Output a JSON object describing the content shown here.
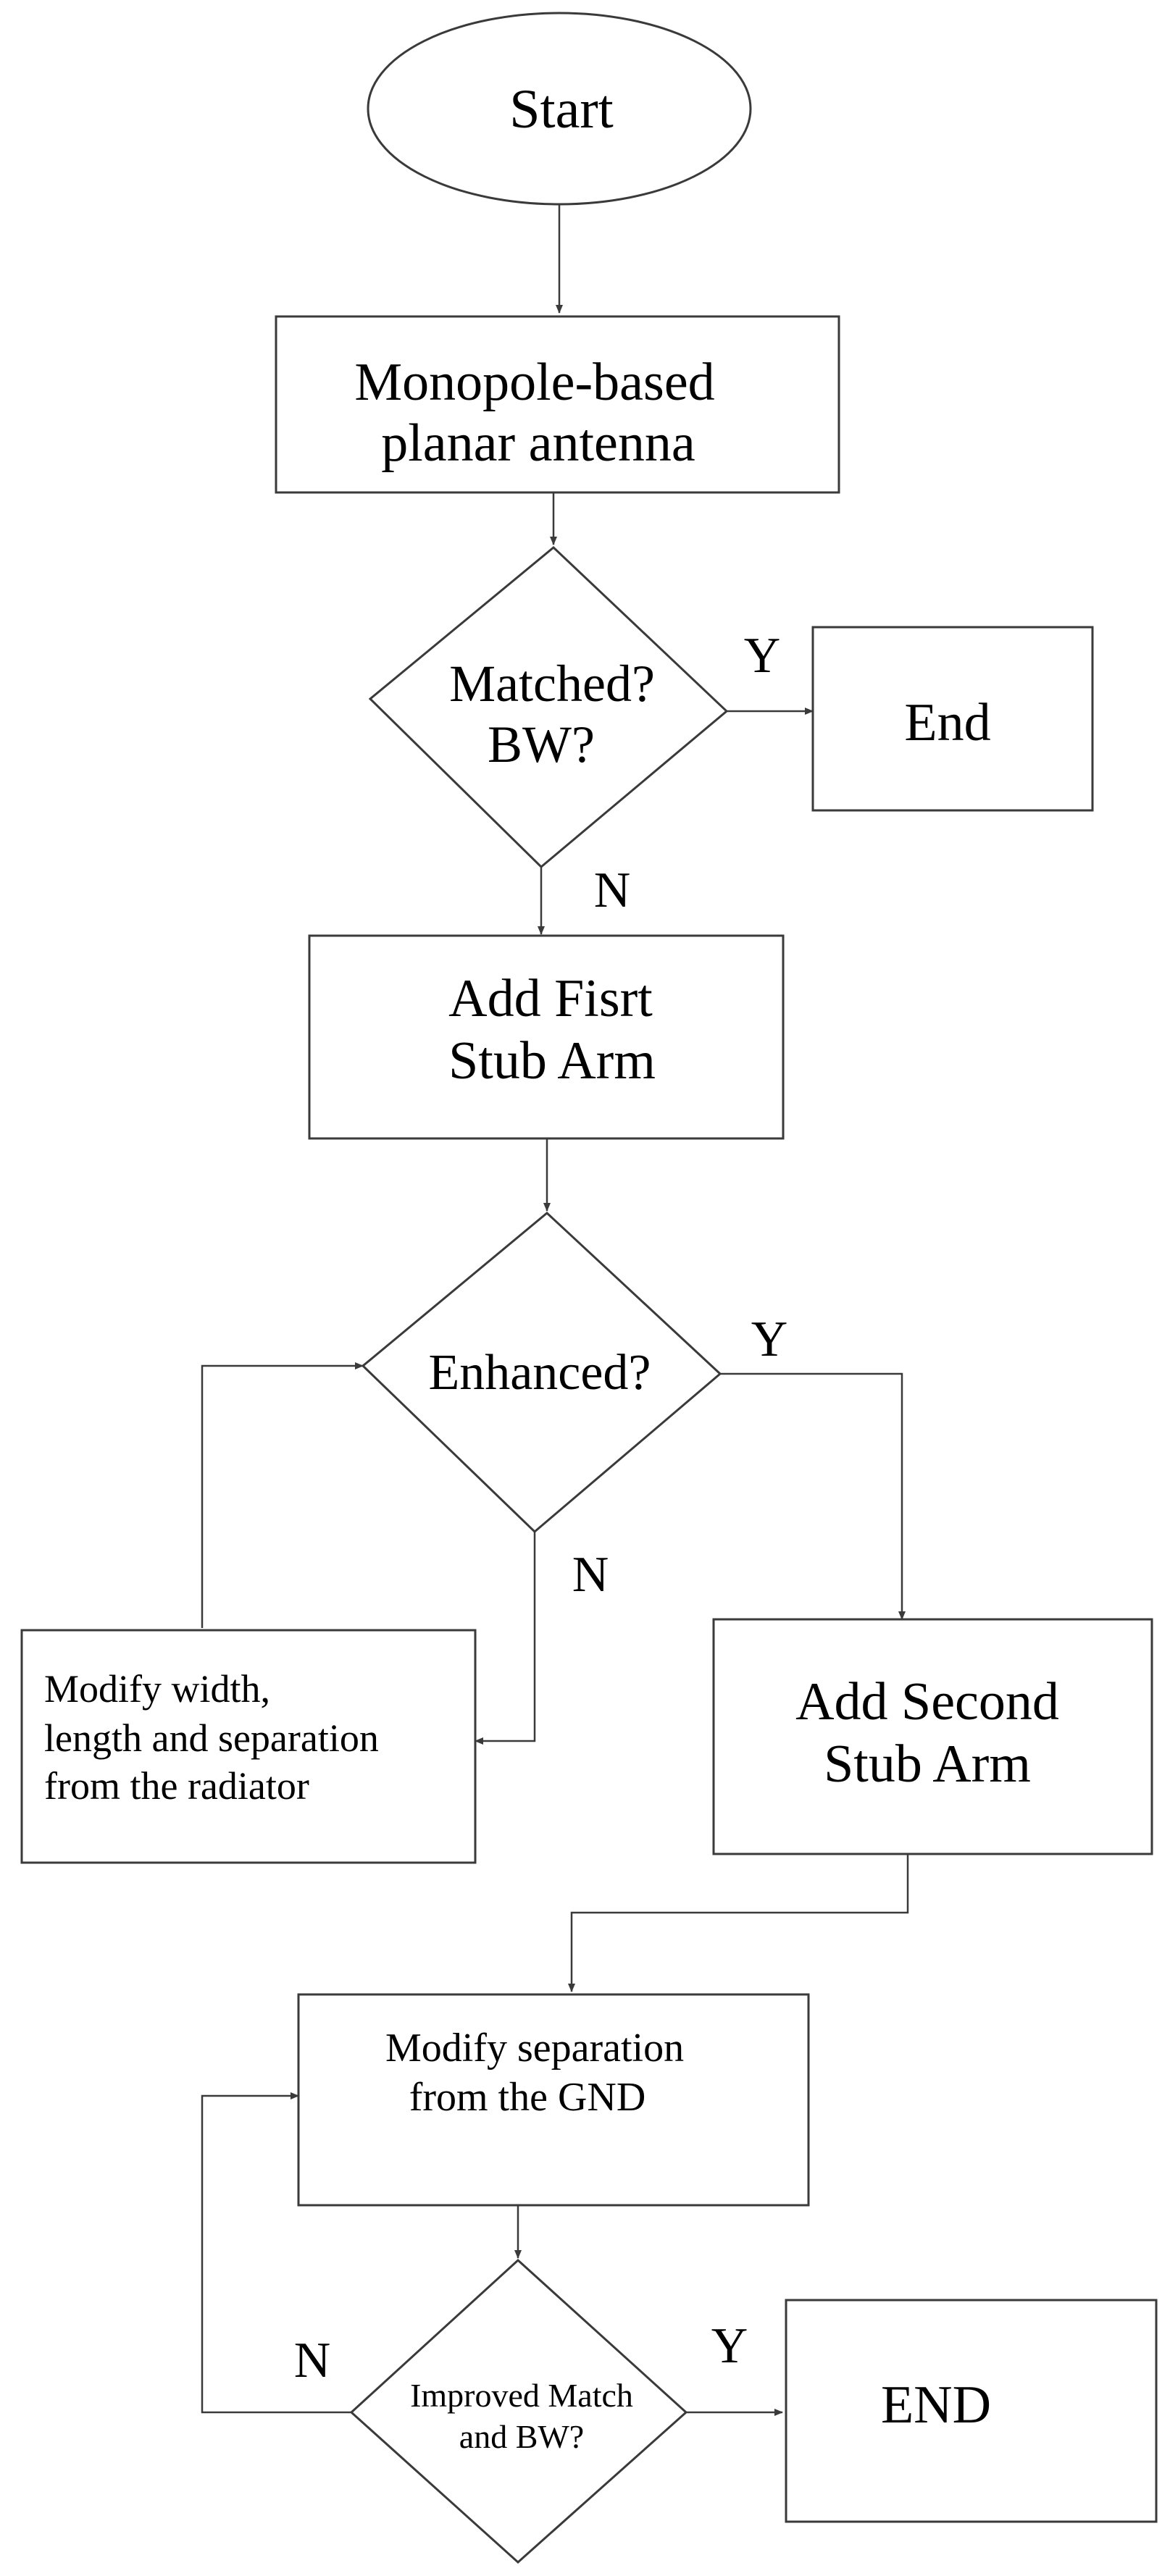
{
  "diagram": {
    "type": "flowchart",
    "nodes": {
      "start": {
        "label": "Start"
      },
      "monopole": {
        "lines": [
          "Monopole-based",
          "planar antenna"
        ]
      },
      "matched": {
        "lines": [
          "Matched?",
          "BW?"
        ]
      },
      "end1": {
        "label": "End"
      },
      "first_stub": {
        "lines": [
          "Add Fisrt",
          "Stub Arm"
        ]
      },
      "enhanced": {
        "label": "Enhanced?"
      },
      "modify_width": {
        "lines": [
          "Modify width,",
          "length and separation",
          "from the radiator"
        ]
      },
      "second_stub": {
        "lines": [
          "Add Second",
          "Stub Arm"
        ]
      },
      "modify_sep": {
        "lines": [
          "Modify separation",
          "from the GND"
        ]
      },
      "improved": {
        "lines": [
          "Improved Match",
          "and BW?"
        ]
      },
      "end2": {
        "label": "END"
      }
    },
    "edge_labels": {
      "matched_yes": "Y",
      "matched_no": "N",
      "enhanced_yes": "Y",
      "enhanced_no": "N",
      "improved_yes": "Y",
      "improved_no": "N"
    }
  }
}
